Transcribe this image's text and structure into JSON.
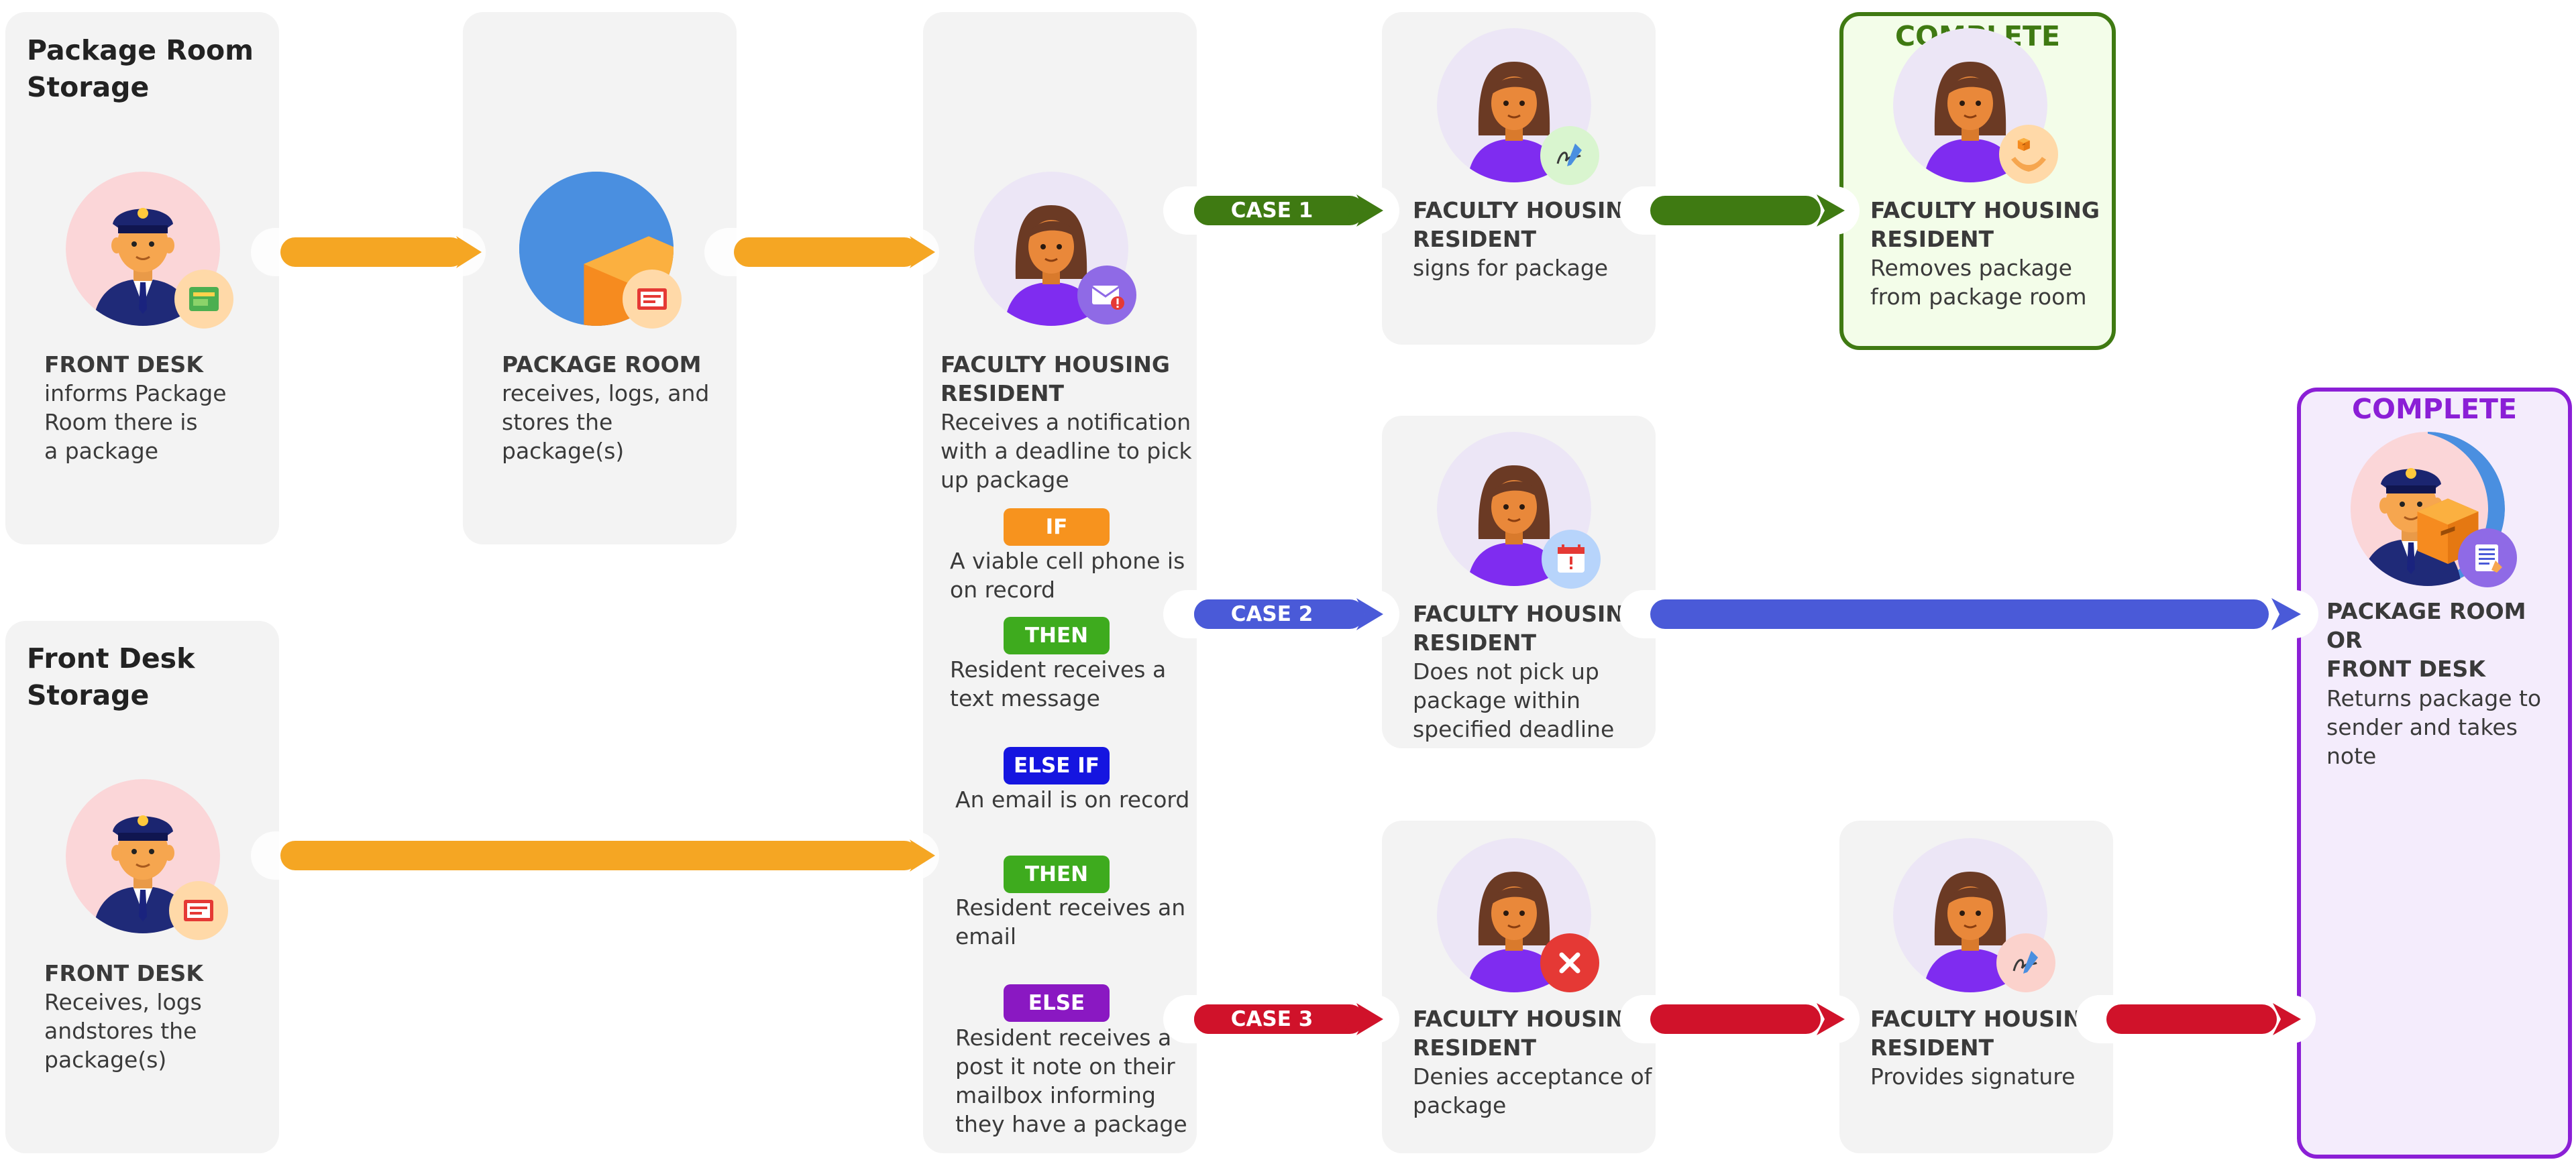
{
  "storage": {
    "package_room_title": "Package Room\nStorage",
    "front_desk_title": "Front Desk\nStorage"
  },
  "steps": {
    "front_desk_inform": {
      "role": "FRONT DESK",
      "desc": "informs Package\nRoom there is\na package"
    },
    "package_room": {
      "role": "PACKAGE ROOM",
      "desc": "receives, logs, and\nstores the\npackage(s)"
    },
    "front_desk_receive": {
      "role": "FRONT DESK",
      "desc": "Receives, logs\nandstores the\npackage(s)"
    },
    "resident_notify": {
      "role": "FACULTY HOUSING\nRESIDENT",
      "desc": "Receives a notification\nwith a deadline to pick\nup package"
    },
    "case1_resident": {
      "role": "FACULTY HOUSING\nRESIDENT",
      "desc": "signs for package"
    },
    "case1_complete": {
      "role": "FACULTY HOUSING\nRESIDENT",
      "desc": "Removes package\nfrom package room"
    },
    "case2_resident": {
      "role": "FACULTY HOUSING\nRESIDENT",
      "desc": "Does not pick up\npackage within\nspecified deadline"
    },
    "case3_resident": {
      "role": "FACULTY HOUSING\nRESIDENT",
      "desc": "Denies acceptance of\npackage"
    },
    "case3_signature": {
      "role": "FACULTY HOUSING\nRESIDENT",
      "desc": "Provides signature"
    },
    "return": {
      "role": "PACKAGE ROOM\nOR\nFRONT DESK",
      "desc": "Returns package to\nsender and takes\nnote"
    }
  },
  "logic": {
    "if_tag": "IF",
    "if_text": "A viable cell phone is\non record",
    "then1_tag": "THEN",
    "then1_text": "Resident receives a\ntext message",
    "elseif_tag": "ELSE IF",
    "elseif_text": "An email is on record",
    "then2_tag": "THEN",
    "then2_text": "Resident receives an\nemail",
    "else_tag": "ELSE",
    "else_text": "Resident receives a\npost it note on their\nmailbox informing\nthey have a package"
  },
  "cases": {
    "case1": "CASE 1",
    "case2": "CASE 2",
    "case3": "CASE 3"
  },
  "complete": {
    "green": "COMPLETE",
    "purple": "COMPLETE"
  },
  "colors": {
    "orange": "#f5a623",
    "case1": "#3f7a12",
    "case2": "#4a5ad8",
    "case3": "#d0122a",
    "green_border": "#3f7a12",
    "green_fill": "#f3fde9",
    "purple_border": "#8b1fd6",
    "purple_fill": "#f4ecfc",
    "tag_if": "#f7931e",
    "tag_then": "#3eab1e",
    "tag_elseif": "#1515e0",
    "tag_else": "#8a18c2"
  },
  "icons": {
    "officer": "security-officer-icon",
    "resident": "resident-woman-icon",
    "package": "package-box-icon"
  }
}
